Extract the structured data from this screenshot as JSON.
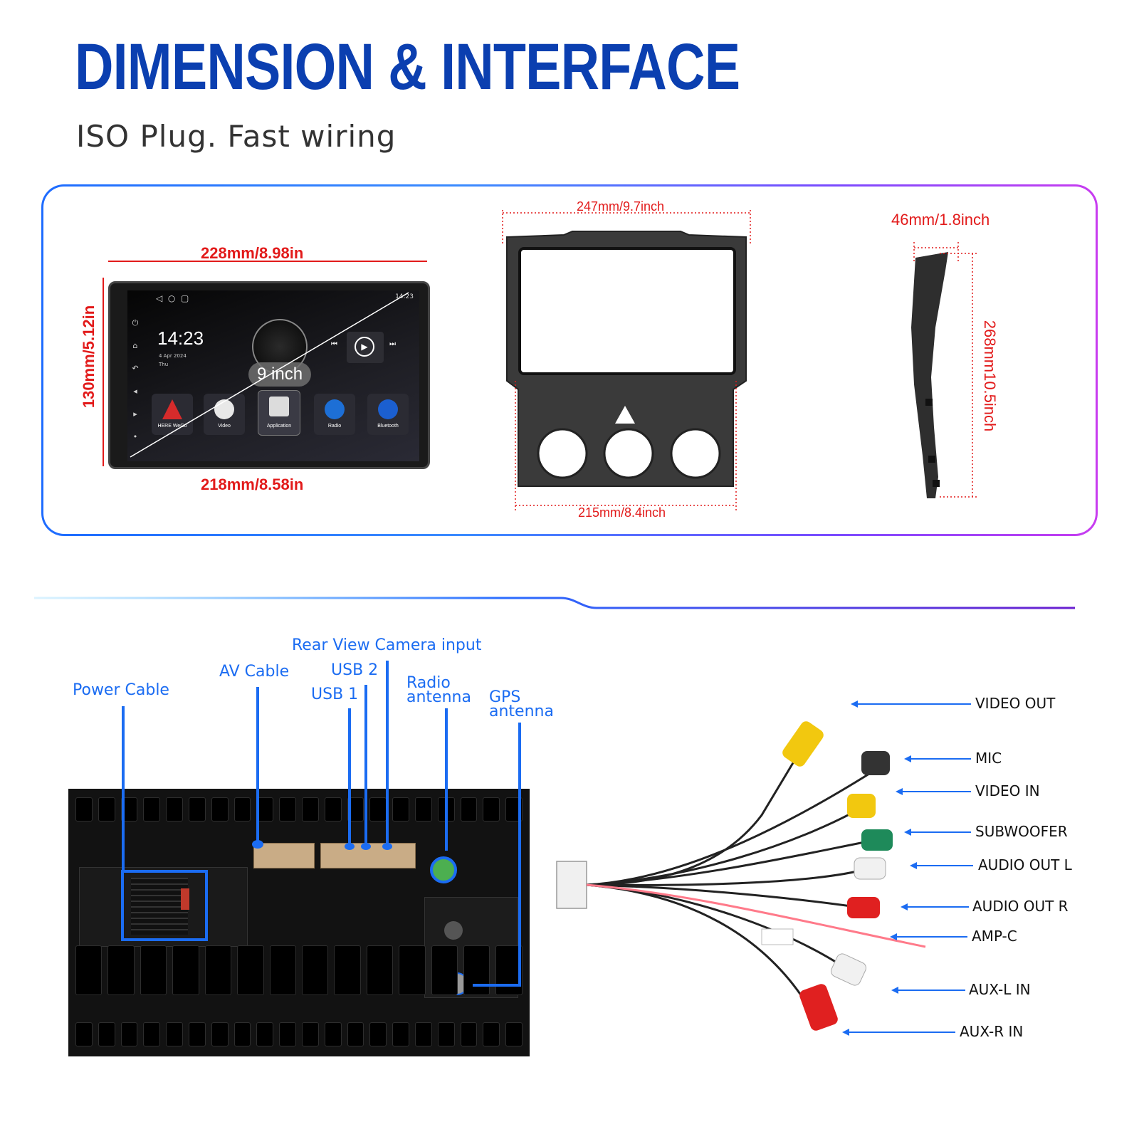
{
  "header": {
    "title": "DIMENSION & INTERFACE",
    "subtitle": "ISO Plug. Fast wiring"
  },
  "dimensions": {
    "stereo_top_width": "228mm/8.98in",
    "stereo_bottom_width": "218mm/8.58in",
    "stereo_height": "130mm/5.12in",
    "frame_top_width": "247mm/9.7inch",
    "frame_bottom_width": "215mm/8.4inch",
    "side_depth": "46mm/1.8inch",
    "side_height": "268mm10.5inch"
  },
  "screen": {
    "time": "14:23",
    "date_line1": "4 Apr 2024",
    "date_line2": "Thu",
    "status_time": "14:23",
    "size_badge": "9 inch",
    "apps": [
      "HERE WeGo",
      "Video",
      "Application",
      "Radio",
      "Bluetooth"
    ]
  },
  "ports": {
    "power_cable": "Power Cable",
    "av_cable": "AV Cable",
    "rear_camera": "Rear View Camera input",
    "usb2": "USB 2",
    "usb1": "USB 1",
    "radio_line1": "Radio",
    "radio_line2": "antenna",
    "gps_line1": "GPS",
    "gps_line2": "antenna"
  },
  "cable": {
    "labels": [
      "VIDEO OUT",
      "MIC",
      "VIDEO IN",
      "SUBWOOFER",
      "AUDIO OUT L",
      "AUDIO OUT R",
      "AMP-C",
      "AUX-L IN",
      "AUX-R IN"
    ]
  },
  "colors": {
    "title_blue": "#0b3fb0",
    "accent_blue": "#1b6cf2",
    "dimension_red": "#e21a1a",
    "panel_gradient_start": "#1e6cff",
    "panel_gradient_end": "#c83cf0"
  }
}
